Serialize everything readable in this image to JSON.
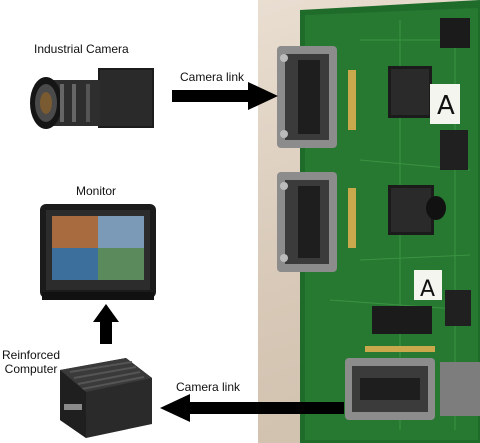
{
  "labels": {
    "camera": "Industrial Camera",
    "camera_link_top": "Camera link",
    "monitor": "Monitor",
    "computer": "Reinforced\nComputer",
    "camera_link_bottom": "Camera link"
  },
  "board_markings": [
    "A",
    "A"
  ]
}
